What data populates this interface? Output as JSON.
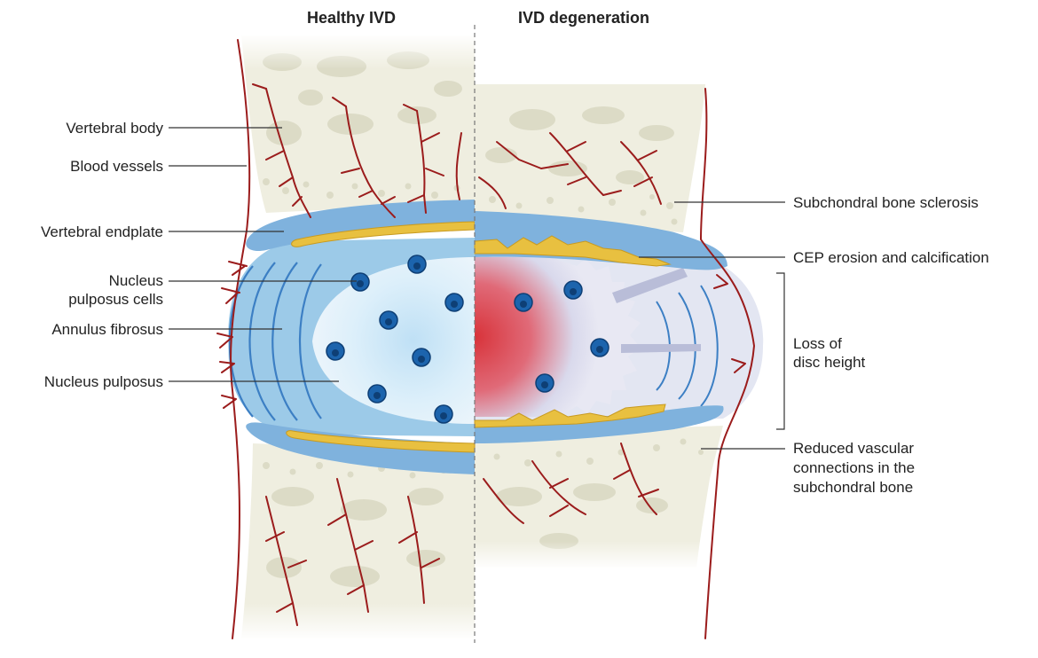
{
  "headings": {
    "healthy": "Healthy IVD",
    "degeneration": "IVD degeneration"
  },
  "labels_left": {
    "vertebral_body": "Vertebral body",
    "blood_vessels": "Blood vessels",
    "vertebral_endplate": "Vertebral endplate",
    "np_cells_line1": "Nucleus",
    "np_cells_line2": "pulposus cells",
    "annulus_fibrosus": "Annulus fibrosus",
    "nucleus_pulposus": "Nucleus pulposus"
  },
  "labels_right": {
    "subchondral_sclerosis": "Subchondral bone sclerosis",
    "cep_erosion": "CEP erosion and calcification",
    "loss_height_line1": "Loss of",
    "loss_height_line2": "disc height",
    "reduced_vasc_line1": "Reduced vascular",
    "reduced_vasc_line2": "connections in the",
    "reduced_vasc_line3": "subchondral bone"
  },
  "colors": {
    "bone": "#efeee0",
    "bone_pore": "#dcdbc6",
    "vessel": "#9b1c1c",
    "endplate": "#7fb2dd",
    "endplate_dark": "#5b94c8",
    "cartilage": "#e8c040",
    "annulus": "#9ccae8",
    "nucleus": "#dbeefa",
    "cell": "#1c64ad",
    "degenerate_core": "#d8333a",
    "degenerate_annulus": "#e3e6f2"
  }
}
